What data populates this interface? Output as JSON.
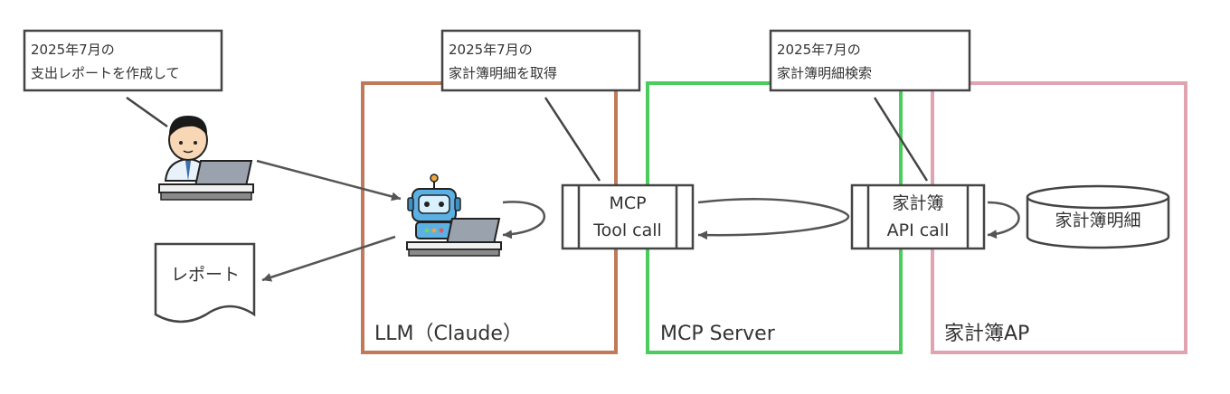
{
  "callouts": {
    "user": {
      "line1": "2025年7月の",
      "line2": "支出レポートを作成して"
    },
    "llm": {
      "line1": "2025年7月の",
      "line2": "家計簿明細を取得"
    },
    "mcp": {
      "line1": "2025年7月の",
      "line2": "家計簿明細検索"
    }
  },
  "regions": {
    "llm": {
      "label": "LLM（Claude）",
      "color": "#c07a5a"
    },
    "mcp": {
      "label": "MCP Server",
      "color": "#4ccc5c"
    },
    "app": {
      "label": "家計簿AP",
      "color": "#e0a4b0"
    }
  },
  "processes": {
    "tool_call": {
      "line1": "MCP",
      "line2": "Tool call"
    },
    "api_call": {
      "line1": "家計簿",
      "line2": "API call"
    }
  },
  "database": {
    "label": "家計簿明細"
  },
  "report": {
    "label": "レポート"
  }
}
